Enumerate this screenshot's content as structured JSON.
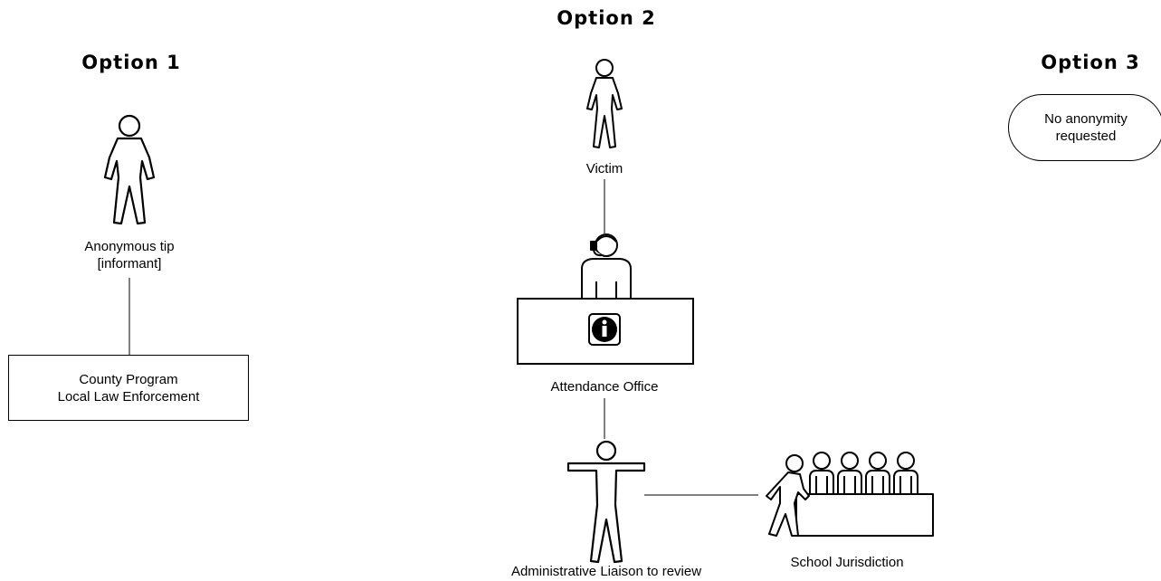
{
  "options": {
    "option1": "Option 1",
    "option2": "Option 2",
    "option3": "Option 3"
  },
  "nodes": {
    "anonymous_tip": {
      "line1": "Anonymous tip",
      "line2": "[informant]"
    },
    "county_program": {
      "line1": "County Program",
      "line2": "Local  Law Enforcement"
    },
    "victim": "Victim",
    "attendance_office": "Attendance Office",
    "admin_liaison": "Administrative Liaison to review",
    "school_jurisdiction": "School Jurisdiction",
    "no_anonymity": {
      "line1": "No anonymity",
      "line2": "requested"
    }
  },
  "icons": {
    "informant": "person-icon",
    "victim": "person-icon",
    "attendant": "receptionist-headset-icon",
    "info_desk": "info-desk-icon",
    "liaison": "person-arms-out-icon",
    "panel": "jury-panel-icon"
  }
}
